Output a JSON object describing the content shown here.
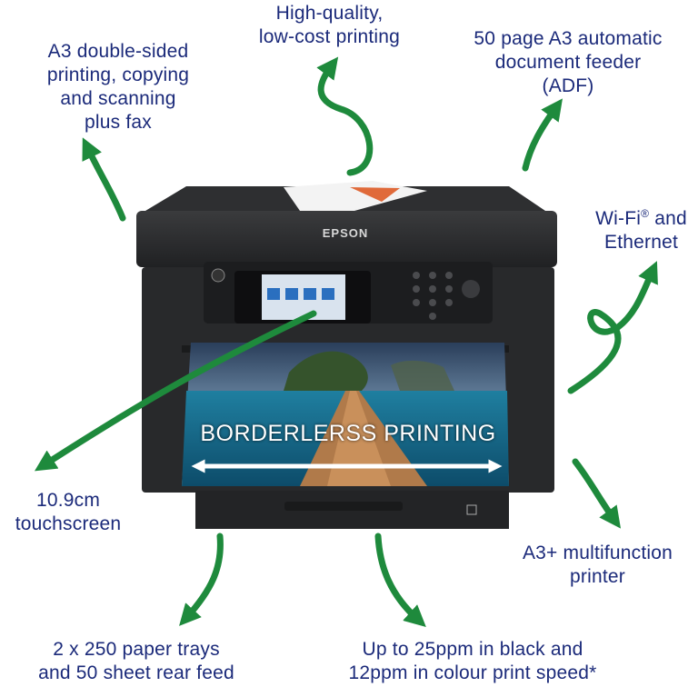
{
  "features": {
    "a3_duplex": "A3 double-sided\nprinting, copying\nand scanning\nplus fax",
    "high_quality": "High-quality,\nlow-cost printing",
    "adf": "50 page A3 automatic\ndocument feeder\n(ADF)",
    "wifi_prefix": "Wi-Fi",
    "wifi_reg": "®",
    "wifi_suffix": " and\nEthernet",
    "touchscreen": "10.9cm\ntouchscreen",
    "multifunction": "A3+ multifunction\nprinter",
    "trays": "2 x 250 paper trays\nand 50 sheet rear feed",
    "speed": "Up to 25ppm in black and\n12ppm in colour print speed*"
  },
  "printer": {
    "brand": "EPSON",
    "banner": "BORDERLERSS PRINTING"
  },
  "colors": {
    "text": "#1b2a7a",
    "arrow": "#1e8a3c",
    "printer_body": "#2b2c2e"
  }
}
